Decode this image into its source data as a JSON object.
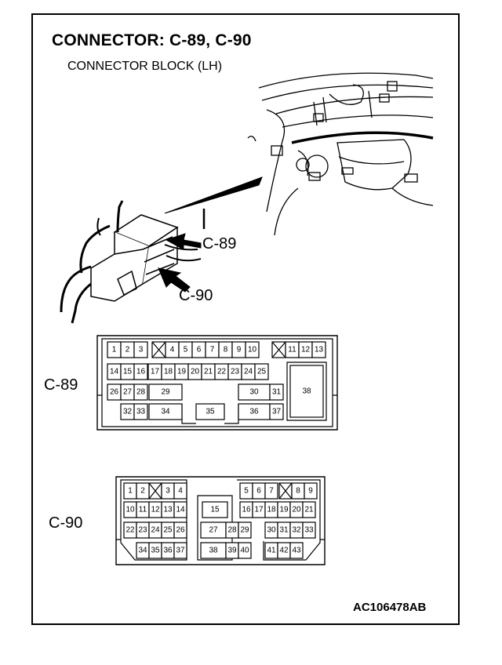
{
  "title": "CONNECTOR: C-89, C-90",
  "subtitle": "CONNECTOR BLOCK (LH)",
  "callouts": {
    "c89": "C-89",
    "c90": "C-90"
  },
  "connectors": {
    "c89": {
      "label": "C-89",
      "pins": [
        "1",
        "2",
        "3",
        "4",
        "5",
        "6",
        "7",
        "8",
        "9",
        "10",
        "11",
        "12",
        "13",
        "14",
        "15",
        "16",
        "17",
        "18",
        "19",
        "20",
        "21",
        "22",
        "23",
        "24",
        "25",
        "26",
        "27",
        "28",
        "29",
        "30",
        "31",
        "32",
        "33",
        "34",
        "35",
        "36",
        "37",
        "38"
      ]
    },
    "c90": {
      "label": "C-90",
      "pins": [
        "1",
        "2",
        "3",
        "4",
        "5",
        "6",
        "7",
        "8",
        "9",
        "10",
        "11",
        "12",
        "13",
        "14",
        "15",
        "16",
        "17",
        "18",
        "19",
        "20",
        "21",
        "22",
        "23",
        "24",
        "25",
        "26",
        "27",
        "28",
        "29",
        "30",
        "31",
        "32",
        "33",
        "34",
        "35",
        "36",
        "37",
        "38",
        "39",
        "40",
        "41",
        "42",
        "43"
      ]
    }
  },
  "figure_code": "AC106478AB"
}
